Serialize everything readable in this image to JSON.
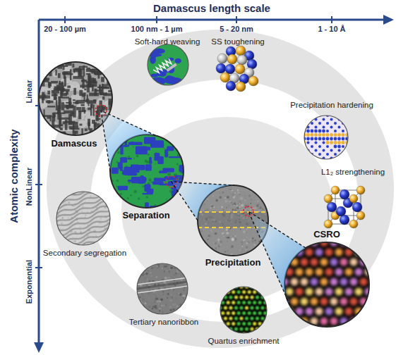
{
  "diagram": {
    "nodes": [
      {
        "text": [
          "Soft-hard weaving"
        ]
      },
      {
        "text": [
          "SS toughening"
        ]
      },
      {
        "text": [
          "Precipitation hardening"
        ]
      },
      {
        "text": [
          "Damascus"
        ]
      },
      {
        "text": [
          "L1₂ strengthening"
        ]
      },
      {
        "text": [
          "Separation"
        ]
      },
      {
        "text": [
          "Secondary segregation"
        ]
      },
      {
        "text": [
          "Precipitation"
        ]
      },
      {
        "text": [
          "CSRO"
        ]
      },
      {
        "text": [
          "Tertiary nanoribbon"
        ]
      },
      {
        "text": [
          "Quartus enrichment"
        ]
      }
    ],
    "edges": [
      {
        "from": 3,
        "to": 5,
        "arrow": "none"
      },
      {
        "from": 5,
        "to": 7,
        "arrow": "none"
      },
      {
        "from": 7,
        "to": 8,
        "arrow": "none"
      }
    ],
    "labels": [
      "Damascus length scale",
      "20 - 100 µm",
      "100 nm - 1 µm",
      "5 - 20 nm",
      "1 - 10 Å",
      "Atomic complexity",
      "Linear",
      "NonLinear",
      "Exponential"
    ]
  }
}
